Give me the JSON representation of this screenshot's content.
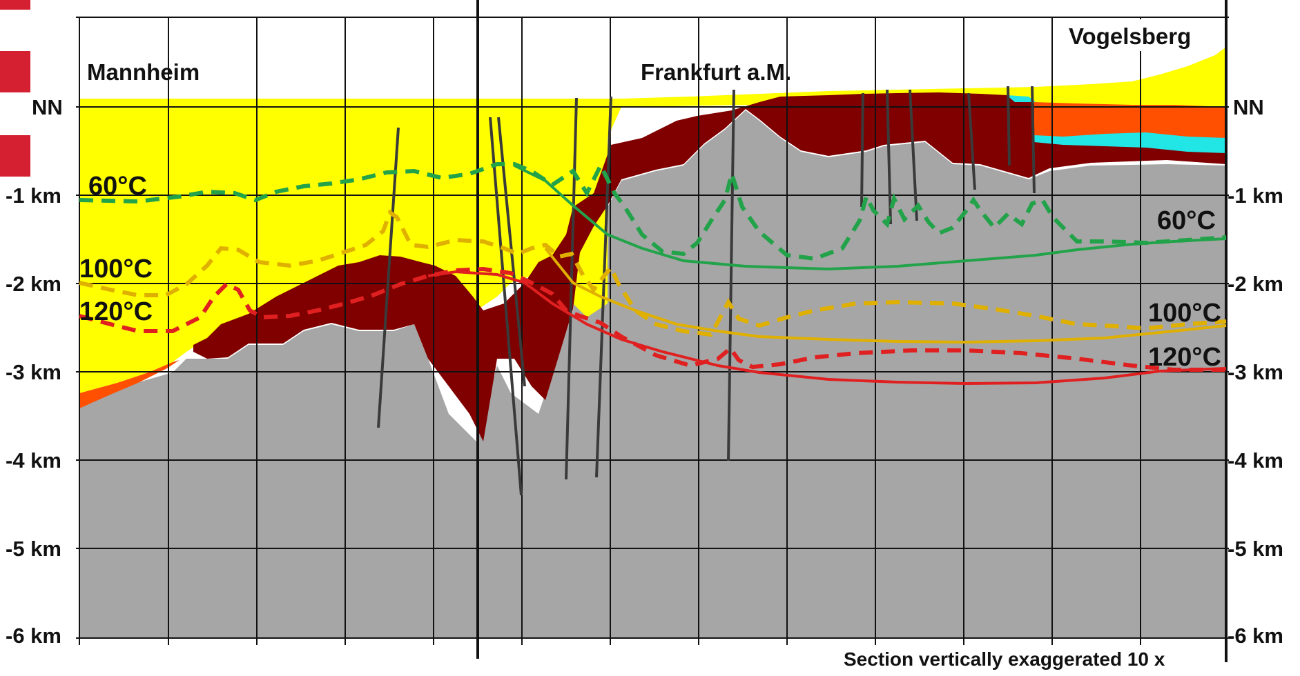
{
  "places": {
    "mannheim": "Mannheim",
    "frankfurt": "Frankfurt a.M.",
    "vogelsberg": "Vogelsberg"
  },
  "depth_axis": {
    "left": [
      "NN",
      "-1 km",
      "-2 km",
      "-3 km",
      "-4 km",
      "-5 km",
      "-6 km"
    ],
    "right": [
      "NN",
      "-1 km",
      "-2 km",
      "-3 km",
      "-4 km",
      "-5 km",
      "-6 km"
    ]
  },
  "isotherms": {
    "t60": "60°C",
    "t100": "100°C",
    "t120": "120°C"
  },
  "note": "Section vertically exaggerated 10 x",
  "colors": {
    "sediment_yellow": "#ffff00",
    "basement_gray": "#a6a6a6",
    "dark_red_layer": "#800000",
    "orange_layer": "#ff4f00",
    "cyan_layer": "#22e5e5",
    "isotherm_60": "#22a34a",
    "isotherm_100": "#e0b000",
    "isotherm_120": "#e02020",
    "marker_red": "#d42030"
  }
}
